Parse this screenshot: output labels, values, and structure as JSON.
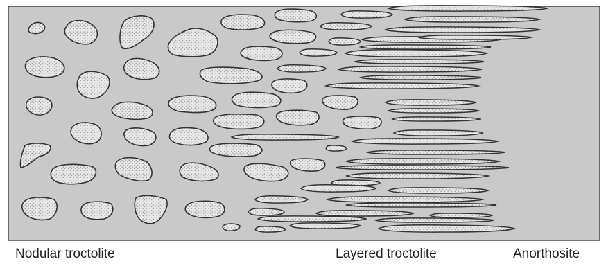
{
  "labels": {
    "nodular": "Nodular troctolite",
    "layered": "Layered troctolite",
    "anorthosite": "Anorthosite"
  },
  "colors": {
    "matrix": "#c9c9c9",
    "nodule_fill": "#e4e4e4",
    "outline": "#333333",
    "frame": "#4a4a4a"
  }
}
